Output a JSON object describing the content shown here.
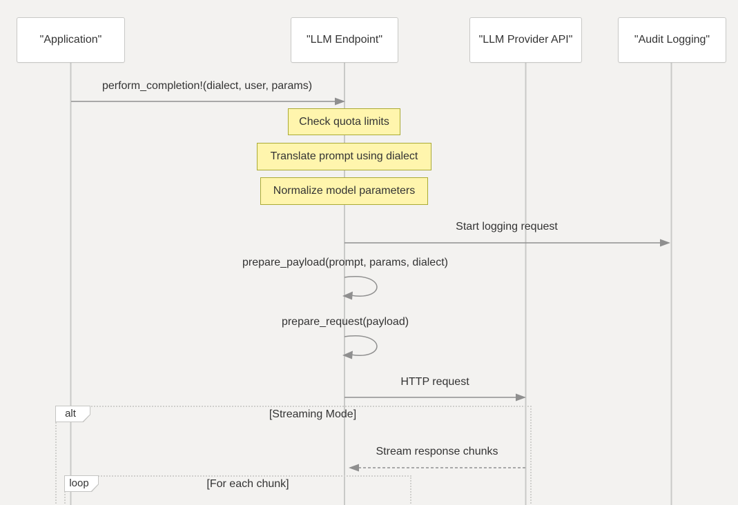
{
  "participants": [
    {
      "label": "\"Application\""
    },
    {
      "label": "\"LLM Endpoint\""
    },
    {
      "label": "\"LLM Provider API\""
    },
    {
      "label": "\"Audit Logging\""
    }
  ],
  "messages": {
    "perform_completion": "perform_completion!(dialect, user, params)",
    "start_logging": "Start logging request",
    "prepare_payload": "prepare_payload(prompt, params, dialect)",
    "prepare_request": "prepare_request(payload)",
    "http_request": "HTTP request",
    "stream_chunks": "Stream response chunks"
  },
  "notes": [
    {
      "text": "Check quota limits"
    },
    {
      "text": "Translate prompt using dialect"
    },
    {
      "text": "Normalize model parameters"
    }
  ],
  "frames": {
    "alt": {
      "label": "alt",
      "condition": "[Streaming Mode]"
    },
    "loop": {
      "label": "loop",
      "condition": "[For each chunk]"
    }
  },
  "colors": {
    "background": "#f3f2f0",
    "note_fill": "#fff5ad",
    "note_border": "#aaaa33",
    "arrow": "#8f8f8f",
    "lifeline": "#c9c9c7",
    "frame_border": "#cfcfcc",
    "text": "#333333"
  }
}
